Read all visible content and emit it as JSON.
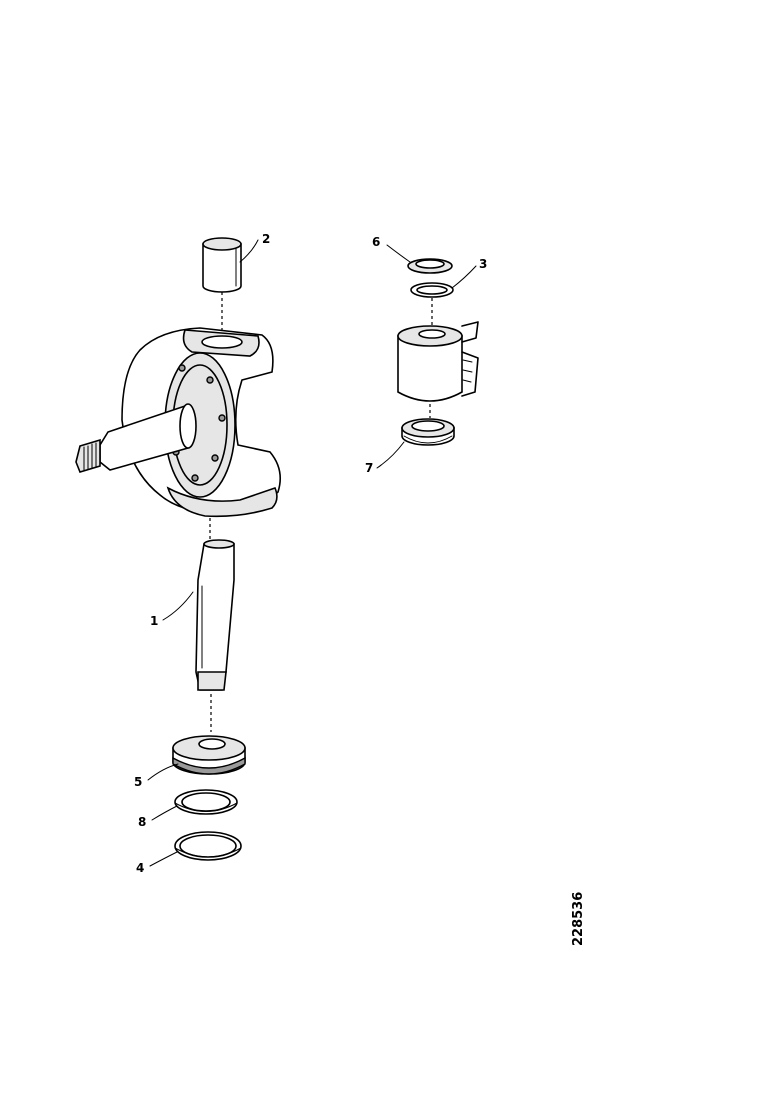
{
  "labels": {
    "bushing_top": "2",
    "seal_top_a": "6",
    "seal_top_b": "3",
    "seal_right_bottom": "7",
    "kingpin": "1",
    "bearing": "5",
    "washer": "8",
    "ring": "4"
  },
  "figure_ref": "228536"
}
